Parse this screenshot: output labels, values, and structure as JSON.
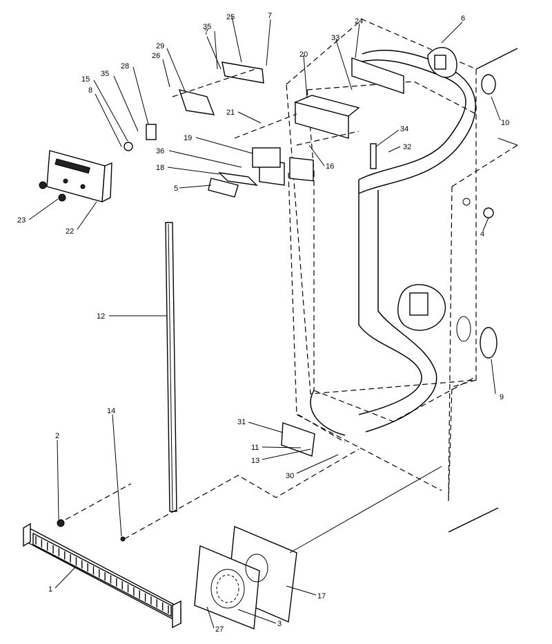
{
  "callouts": [
    {
      "id": "c1",
      "text": "1"
    },
    {
      "id": "c2",
      "text": "2"
    },
    {
      "id": "c3",
      "text": "3"
    },
    {
      "id": "c4",
      "text": "4"
    },
    {
      "id": "c5",
      "text": "5"
    },
    {
      "id": "c6",
      "text": "6"
    },
    {
      "id": "c7a",
      "text": "7"
    },
    {
      "id": "c7b",
      "text": "7"
    },
    {
      "id": "c8",
      "text": "8"
    },
    {
      "id": "c9",
      "text": "9"
    },
    {
      "id": "c10",
      "text": "10"
    },
    {
      "id": "c11",
      "text": "11"
    },
    {
      "id": "c12",
      "text": "12"
    },
    {
      "id": "c13",
      "text": "13"
    },
    {
      "id": "c14",
      "text": "14"
    },
    {
      "id": "c15",
      "text": "15"
    },
    {
      "id": "c16",
      "text": "16"
    },
    {
      "id": "c17",
      "text": "17"
    },
    {
      "id": "c18",
      "text": "18"
    },
    {
      "id": "c19",
      "text": "19"
    },
    {
      "id": "c20",
      "text": "20"
    },
    {
      "id": "c21",
      "text": "21"
    },
    {
      "id": "c22",
      "text": "22"
    },
    {
      "id": "c23",
      "text": "23"
    },
    {
      "id": "c24",
      "text": "24"
    },
    {
      "id": "c25",
      "text": "25"
    },
    {
      "id": "c26",
      "text": "26"
    },
    {
      "id": "c27",
      "text": "27"
    },
    {
      "id": "c28",
      "text": "28"
    },
    {
      "id": "c29",
      "text": "29"
    },
    {
      "id": "c30",
      "text": "30"
    },
    {
      "id": "c31",
      "text": "31"
    },
    {
      "id": "c32",
      "text": "32"
    },
    {
      "id": "c33",
      "text": "33"
    },
    {
      "id": "c34",
      "text": "34"
    },
    {
      "id": "c35a",
      "text": "35"
    },
    {
      "id": "c35b",
      "text": "35"
    },
    {
      "id": "c36",
      "text": "36"
    }
  ]
}
